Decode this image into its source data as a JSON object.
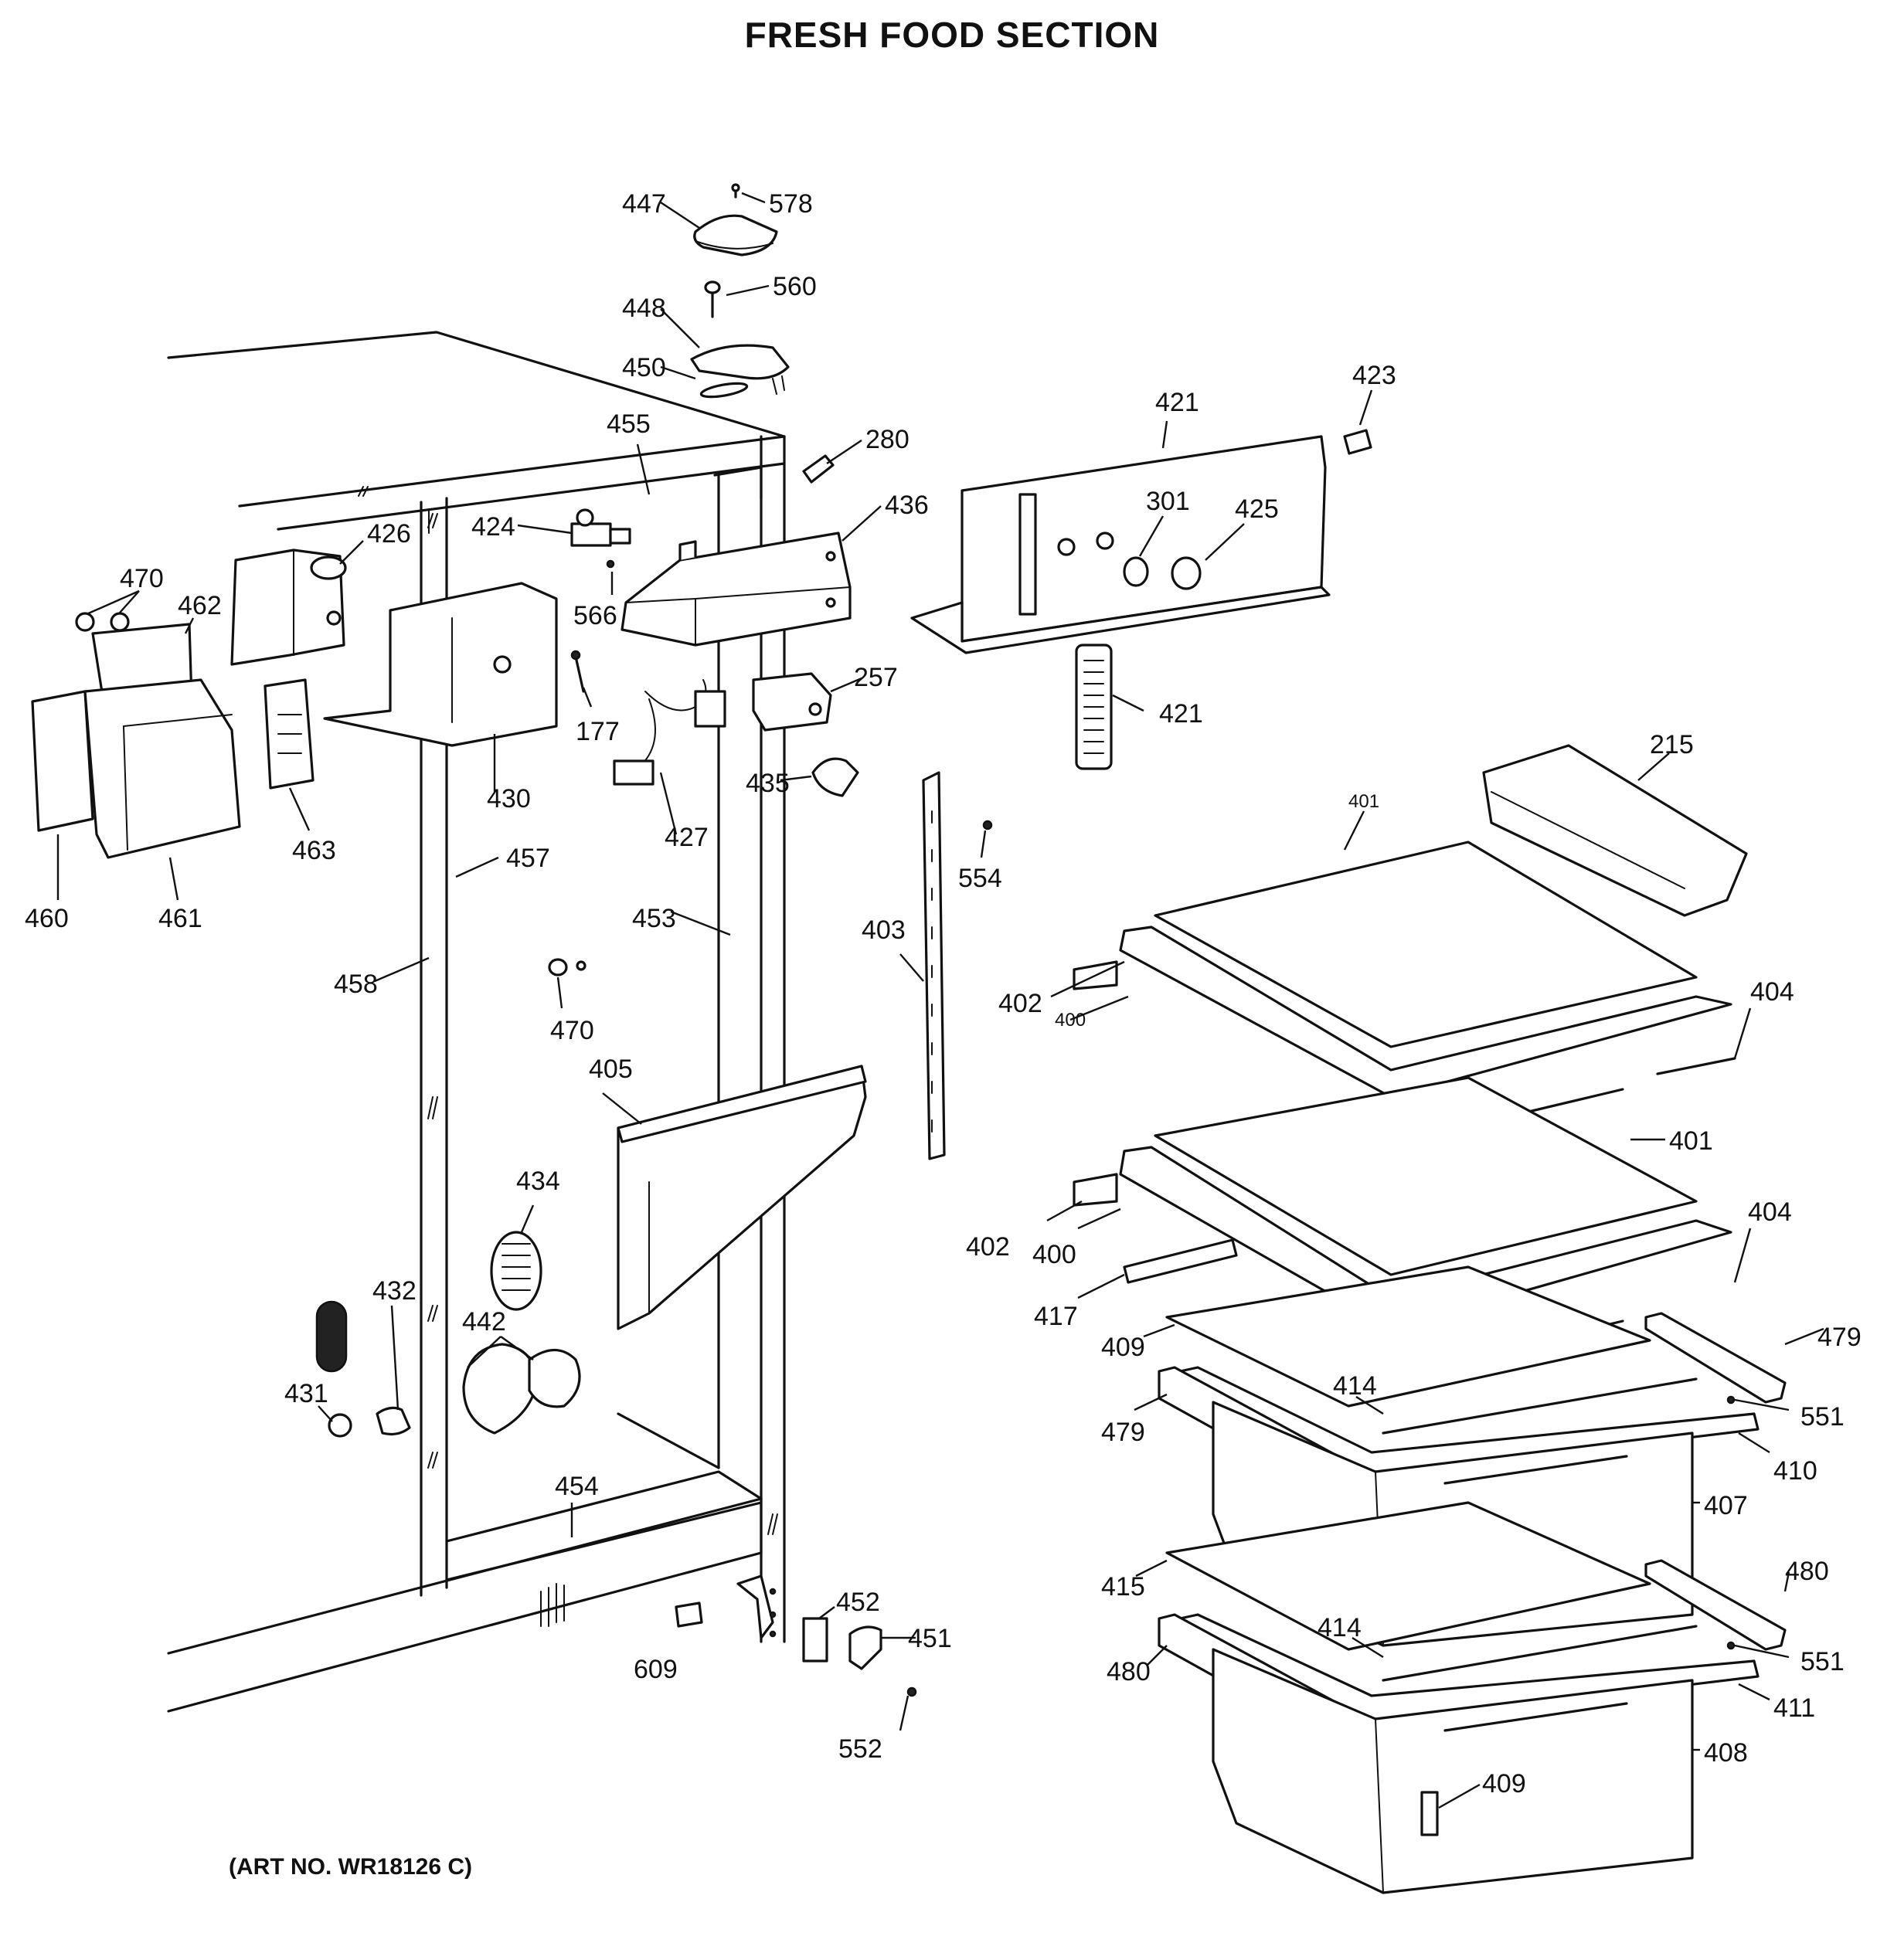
{
  "title": "FRESH FOOD SECTION",
  "art_number": "(ART NO. WR18126 C)",
  "callouts": [
    {
      "id": "c578",
      "label": "578"
    },
    {
      "id": "c447",
      "label": "447"
    },
    {
      "id": "c560",
      "label": "560"
    },
    {
      "id": "c448",
      "label": "448"
    },
    {
      "id": "c450",
      "label": "450"
    },
    {
      "id": "c455",
      "label": "455"
    },
    {
      "id": "c280",
      "label": "280"
    },
    {
      "id": "c421a",
      "label": "421"
    },
    {
      "id": "c423",
      "label": "423"
    },
    {
      "id": "c301",
      "label": "301"
    },
    {
      "id": "c425",
      "label": "425"
    },
    {
      "id": "c436",
      "label": "436"
    },
    {
      "id": "c424",
      "label": "424"
    },
    {
      "id": "c426",
      "label": "426"
    },
    {
      "id": "c470a",
      "label": "470"
    },
    {
      "id": "c462",
      "label": "462"
    },
    {
      "id": "c566",
      "label": "566"
    },
    {
      "id": "c177",
      "label": "177"
    },
    {
      "id": "c257",
      "label": "257"
    },
    {
      "id": "c421b",
      "label": "421"
    },
    {
      "id": "c215",
      "label": "215"
    },
    {
      "id": "c401a",
      "label": "401"
    },
    {
      "id": "c430",
      "label": "430"
    },
    {
      "id": "c463",
      "label": "463"
    },
    {
      "id": "c427",
      "label": "427"
    },
    {
      "id": "c435",
      "label": "435"
    },
    {
      "id": "c554",
      "label": "554"
    },
    {
      "id": "c460",
      "label": "460"
    },
    {
      "id": "c461",
      "label": "461"
    },
    {
      "id": "c457",
      "label": "457"
    },
    {
      "id": "c453",
      "label": "453"
    },
    {
      "id": "c403",
      "label": "403"
    },
    {
      "id": "c458",
      "label": "458"
    },
    {
      "id": "c402a",
      "label": "402"
    },
    {
      "id": "c400a",
      "label": "400"
    },
    {
      "id": "c404a",
      "label": "404"
    },
    {
      "id": "c470b",
      "label": "470"
    },
    {
      "id": "c405",
      "label": "405"
    },
    {
      "id": "c401b",
      "label": "401"
    },
    {
      "id": "c434",
      "label": "434"
    },
    {
      "id": "c402b",
      "label": "402"
    },
    {
      "id": "c400b",
      "label": "400"
    },
    {
      "id": "c404b",
      "label": "404"
    },
    {
      "id": "c432",
      "label": "432"
    },
    {
      "id": "c442",
      "label": "442"
    },
    {
      "id": "c417",
      "label": "417"
    },
    {
      "id": "c409a",
      "label": "409"
    },
    {
      "id": "c479a",
      "label": "479"
    },
    {
      "id": "c431",
      "label": "431"
    },
    {
      "id": "c414a",
      "label": "414"
    },
    {
      "id": "c551a",
      "label": "551"
    },
    {
      "id": "c479b",
      "label": "479"
    },
    {
      "id": "c410",
      "label": "410"
    },
    {
      "id": "c454",
      "label": "454"
    },
    {
      "id": "c407",
      "label": "407"
    },
    {
      "id": "c415",
      "label": "415"
    },
    {
      "id": "c480a",
      "label": "480"
    },
    {
      "id": "c452",
      "label": "452"
    },
    {
      "id": "c414b",
      "label": "414"
    },
    {
      "id": "c451",
      "label": "451"
    },
    {
      "id": "c551b",
      "label": "551"
    },
    {
      "id": "c609",
      "label": "609"
    },
    {
      "id": "c480b",
      "label": "480"
    },
    {
      "id": "c411",
      "label": "411"
    },
    {
      "id": "c552",
      "label": "552"
    },
    {
      "id": "c408",
      "label": "408"
    },
    {
      "id": "c409b",
      "label": "409"
    }
  ]
}
